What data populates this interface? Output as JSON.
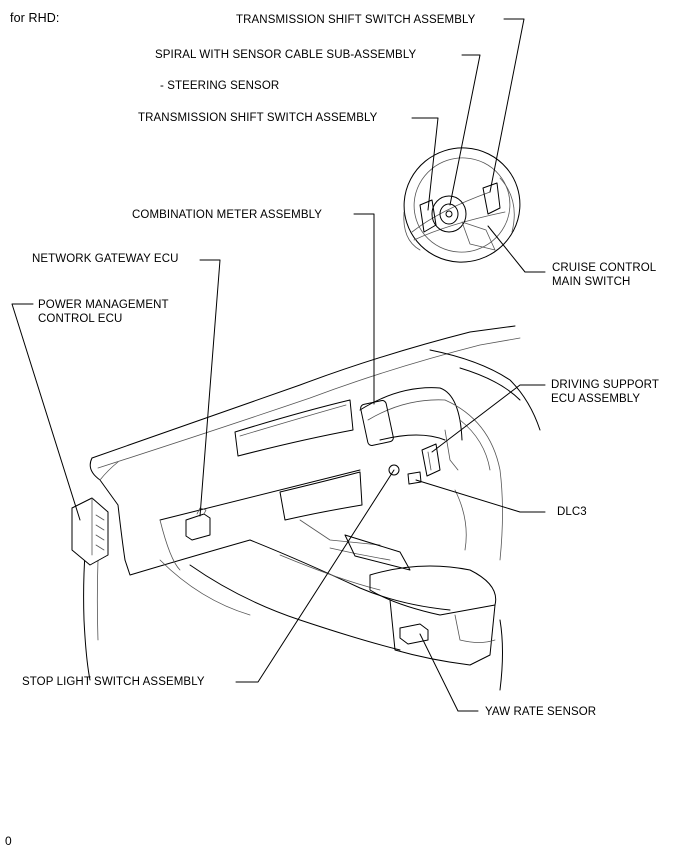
{
  "header": {
    "variant": "for RHD:"
  },
  "footer": {
    "figure_id": "0"
  },
  "labels": {
    "trans_shift_top": "TRANSMISSION SHIFT SWITCH ASSEMBLY",
    "spiral_cable": "SPIRAL WITH SENSOR CABLE SUB-ASSEMBLY",
    "steering_sensor": "- STEERING SENSOR",
    "trans_shift_mid": "TRANSMISSION SHIFT SWITCH ASSEMBLY",
    "combination_meter": "COMBINATION METER ASSEMBLY",
    "network_gateway": "NETWORK GATEWAY ECU",
    "power_mgmt_1": "POWER MANAGEMENT",
    "power_mgmt_2": "CONTROL ECU",
    "cruise_1": "CRUISE CONTROL",
    "cruise_2": "MAIN SWITCH",
    "driving_support_1": "DRIVING SUPPORT",
    "driving_support_2": "ECU ASSEMBLY",
    "dlc3": "DLC3",
    "stop_light": "STOP LIGHT SWITCH ASSEMBLY",
    "yaw_rate": "YAW RATE SENSOR"
  }
}
